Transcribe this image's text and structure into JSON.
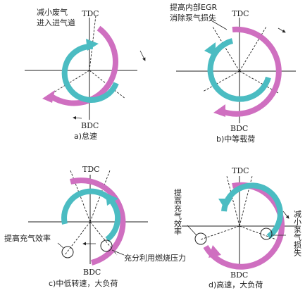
{
  "colors": {
    "cyan": "#4bbcc2",
    "magenta": "#cf6fc0",
    "ink": "#222222"
  },
  "panels": {
    "a": {
      "tdc": "TDC",
      "bdc": "BDC",
      "caption": "a)怠速",
      "annotation_line1": "减小废气",
      "annotation_line2": "进入进气道"
    },
    "b": {
      "tdc": "TDC",
      "bdc": "BDC",
      "caption": "b)中等载荷",
      "annotation_line1": "提高内部EGR",
      "annotation_line2": "消除泵气损失"
    },
    "c": {
      "tdc": "TDC",
      "bdc": "BDC",
      "caption": "c)中低转速，大负荷",
      "annotation_left": "提高充气效率",
      "annotation_right": "充分利用燃烧压力"
    },
    "d": {
      "tdc": "TDC",
      "bdc": "BDC",
      "caption": "d)高速，大负荷",
      "annotation_left_vertical": "提高充气效率",
      "annotation_right_vertical": "减小泵气损失"
    }
  }
}
